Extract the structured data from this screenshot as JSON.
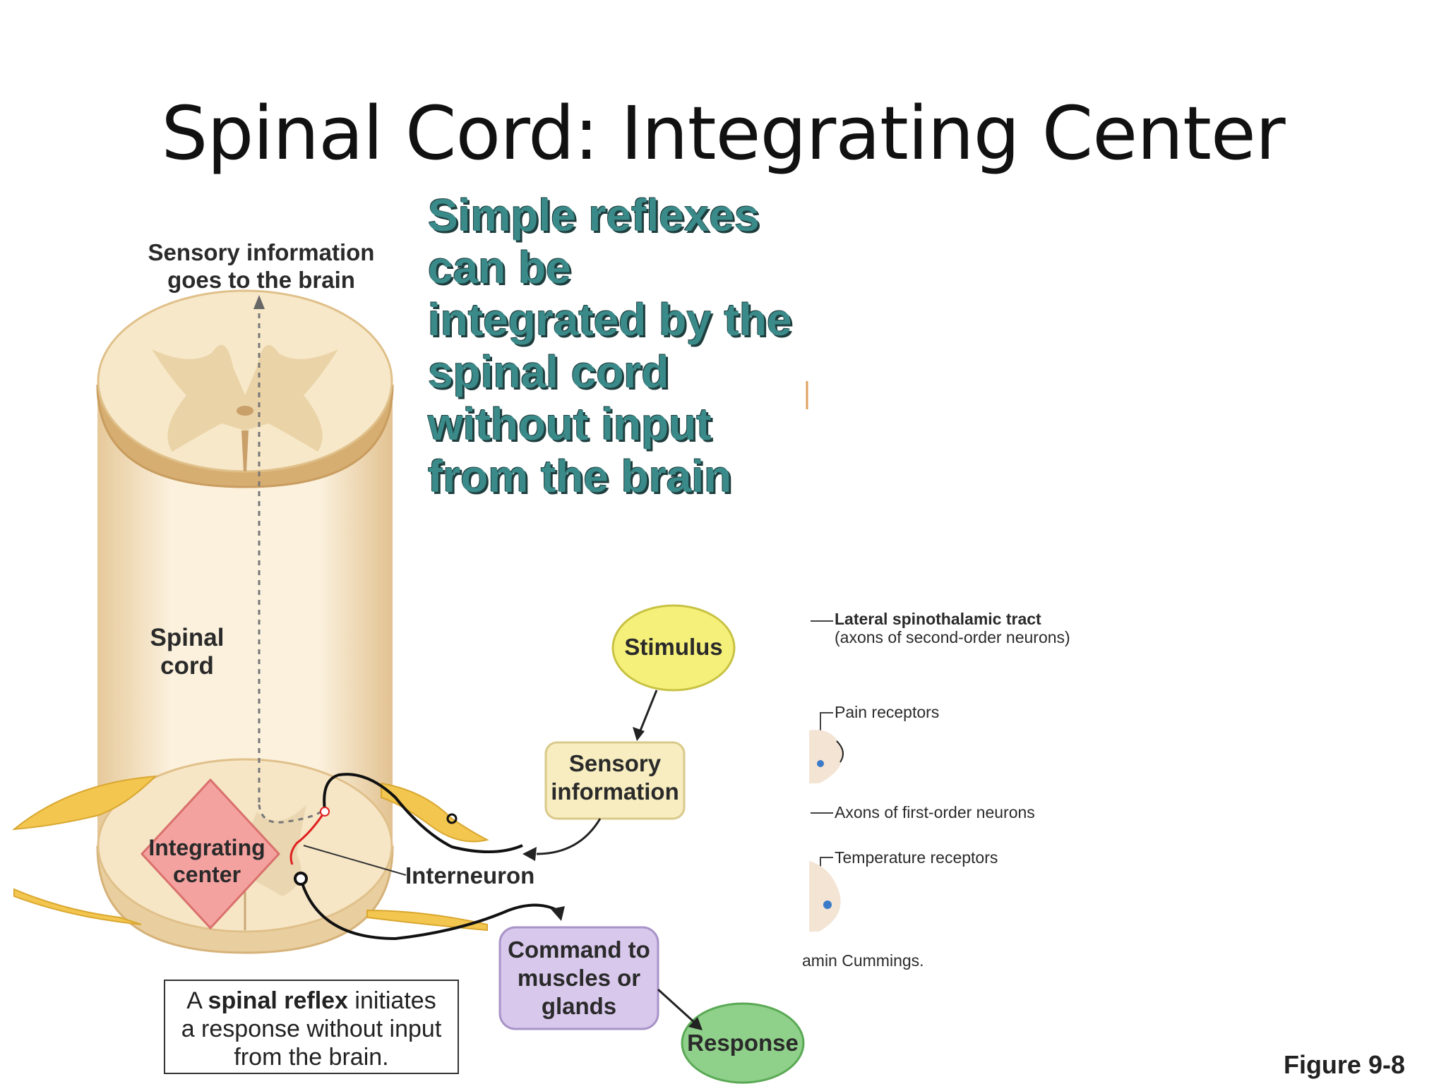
{
  "slide": {
    "title": "Spinal Cord: Integrating Center",
    "callout": [
      "Simple reflexes",
      "can be",
      "integrated by the",
      "spinal cord",
      "without input",
      "from the brain"
    ],
    "figure_label": "Figure 9-8"
  },
  "diagram": {
    "sensory_to_brain": [
      "Sensory information",
      "goes to the brain"
    ],
    "spinal_cord": [
      "Spinal",
      "cord"
    ],
    "integrating_center": [
      "Integrating",
      "center"
    ],
    "interneuron": "Interneuron",
    "stimulus": "Stimulus",
    "sensory_information": [
      "Sensory",
      "information"
    ],
    "command": [
      "Command to",
      "muscles or",
      "glands"
    ],
    "response": "Response",
    "reflex_box": {
      "part1": "A ",
      "bold": "spinal reflex",
      "part2": " initiates",
      "line2": "a response without input",
      "line3": "from the brain."
    },
    "colors": {
      "stimulus": "#f5f07a",
      "sensory": "#f7edc0",
      "command": "#d8c8ec",
      "response": "#8fd08a",
      "integrating": "#f4a2a0",
      "cord": "#f5e7cc"
    }
  },
  "background_figure": {
    "lateral_tract": "Lateral spinothalamic tract",
    "lateral_tract_sub": "(axons of second-order neurons)",
    "pain_receptors": "Pain receptors",
    "axons_first_order": "Axons of first-order neurons",
    "temperature_receptors": "Temperature receptors",
    "credit": "amin Cummings."
  }
}
